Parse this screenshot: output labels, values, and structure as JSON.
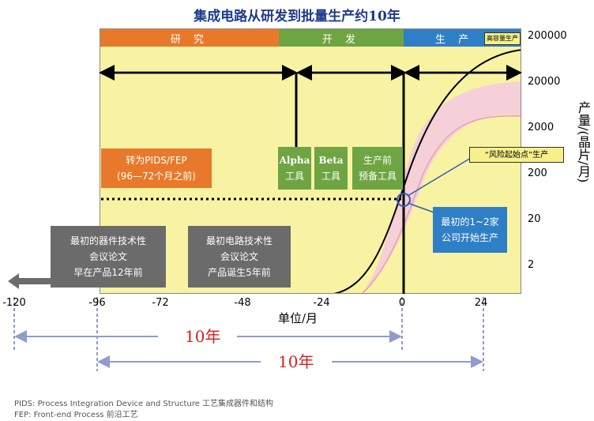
{
  "title": "集成电路从研发到批量生产约10年",
  "phases": {
    "research": "研 究",
    "development": "开 发",
    "production": "生 产",
    "mass_tag": "高容量生产"
  },
  "y_ticks": [
    "200000",
    "20000",
    "2000",
    "200",
    "20",
    "2"
  ],
  "y_label": "产量/(晶片/月)",
  "x_ticks": [
    "-120",
    "-96",
    "-72",
    "-48",
    "-24",
    "0",
    "24"
  ],
  "x_label": "单位/月",
  "boxes": {
    "pids": [
      "转为PIDS/FEP",
      "(96—72个月之前)"
    ],
    "alpha": [
      "Alpha",
      "工具"
    ],
    "beta": [
      "Beta",
      "工具"
    ],
    "preprod": [
      "生产前",
      "预备工具"
    ],
    "risk": "“风险起始点”生产",
    "first_companies": [
      "最初的1~2家",
      "公司开始生产"
    ],
    "device_papers": [
      "最初的器件技术性",
      "会议论文",
      "早在产品12年前"
    ],
    "circuit_papers": [
      "最初电路技术性",
      "会议论文",
      "产品诞生5年前"
    ]
  },
  "spans": {
    "span1": "10年",
    "span2": "10年"
  },
  "footnotes": {
    "pids": "PIDS: Process Integration Device and Structure 工艺集成器件和结构",
    "fep": "FEP: Front-end Process 前沿工艺"
  },
  "colors": {
    "research": "#e8792b",
    "development": "#6ea542",
    "production": "#2f7fc6",
    "plot_bg": "#f7f3a2",
    "box_gray": "#6b6b6b",
    "box_green": "#6ea542",
    "box_orange": "#e8792b",
    "box_blue": "#2f7fc6",
    "span_blue": "#8f9ccd",
    "span_red": "#d42020"
  }
}
